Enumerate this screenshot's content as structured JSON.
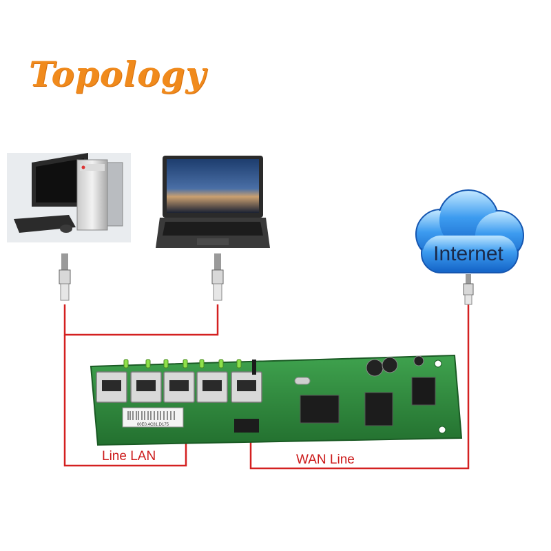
{
  "title": "Topology",
  "cloud": {
    "label": "Internet"
  },
  "connections": {
    "lan_label": "Line LAN",
    "wan_label": "WAN Line"
  },
  "pcb": {
    "mac_sticker": "00E0.4C81.D175"
  },
  "colors": {
    "title": "#f08a1c",
    "cable": "#d42020",
    "pcb": "#2f8a3c",
    "cloud": "#2d8fe6"
  }
}
